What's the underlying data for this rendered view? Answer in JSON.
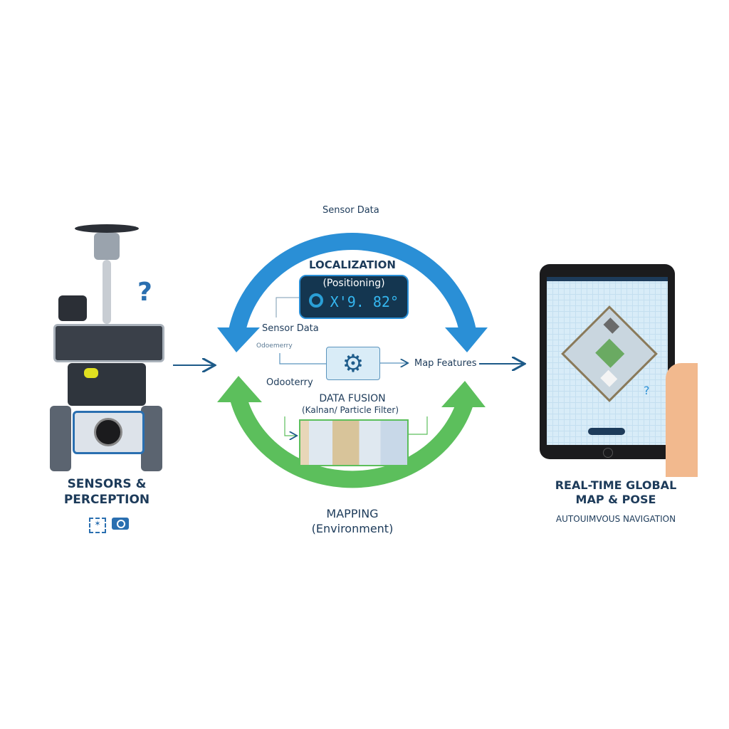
{
  "left": {
    "title_line1": "SENSORS &",
    "title_line2": "PERCEPTION",
    "question_mark": "?",
    "icons": [
      "lidar-scan-icon",
      "camera-icon"
    ]
  },
  "cycle": {
    "top_label": "Sensor Data",
    "localization_title": "LOCALIZATION",
    "localization_sub": "(Positioning)",
    "pose_readout": "X'9. 82°",
    "sensor_data_inner": "Sensor Data",
    "odometry_small": "Odoemerry",
    "map_features": "Map Features",
    "odometry_label": "Odooterry",
    "fusion_title": "DATA FUSION",
    "fusion_sub": "(Kalnan/ Particle Filter)",
    "mapping_title": "MAPPING",
    "mapping_sub": "(Environment)",
    "colors": {
      "localization": "#2a8fd6",
      "mapping": "#5cbf5c"
    }
  },
  "right": {
    "title_line1": "REAL-TIME GLOBAL",
    "title_line2": "MAP & POSE",
    "subtitle": "AUTOUIMVOUS NAVIGATION",
    "question_mark": "?"
  }
}
